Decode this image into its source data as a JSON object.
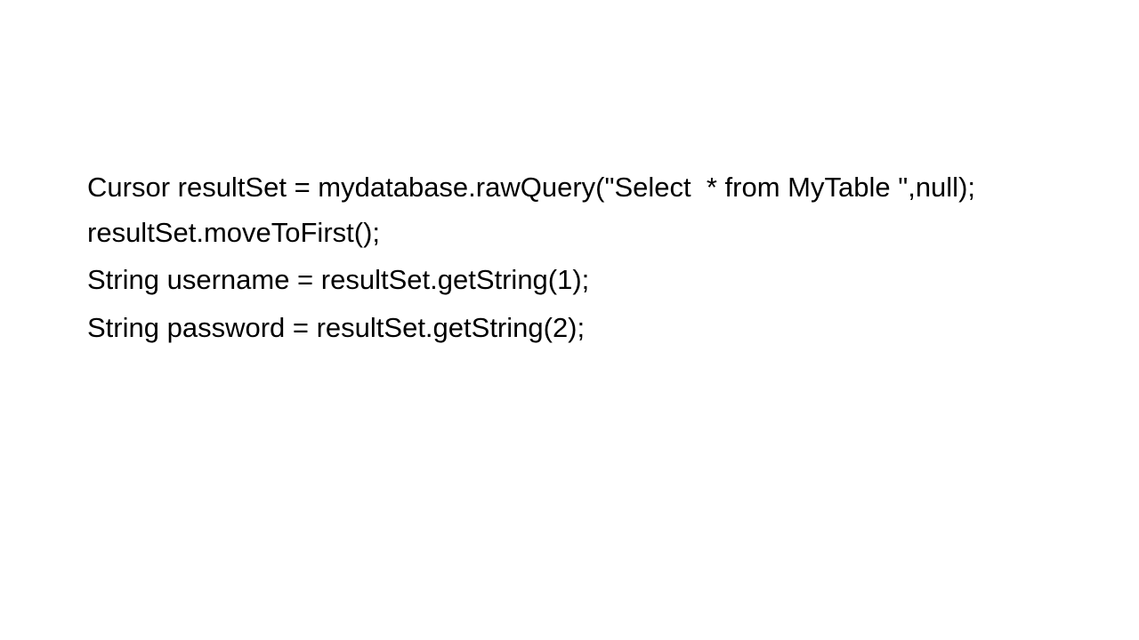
{
  "slide": {
    "lines": [
      "Cursor resultSet = mydatabase.rawQuery(\"Select  * from MyTable \",null);",
      "resultSet.moveToFirst();",
      "String username = resultSet.getString(1);",
      "String password = resultSet.getString(2);"
    ]
  }
}
